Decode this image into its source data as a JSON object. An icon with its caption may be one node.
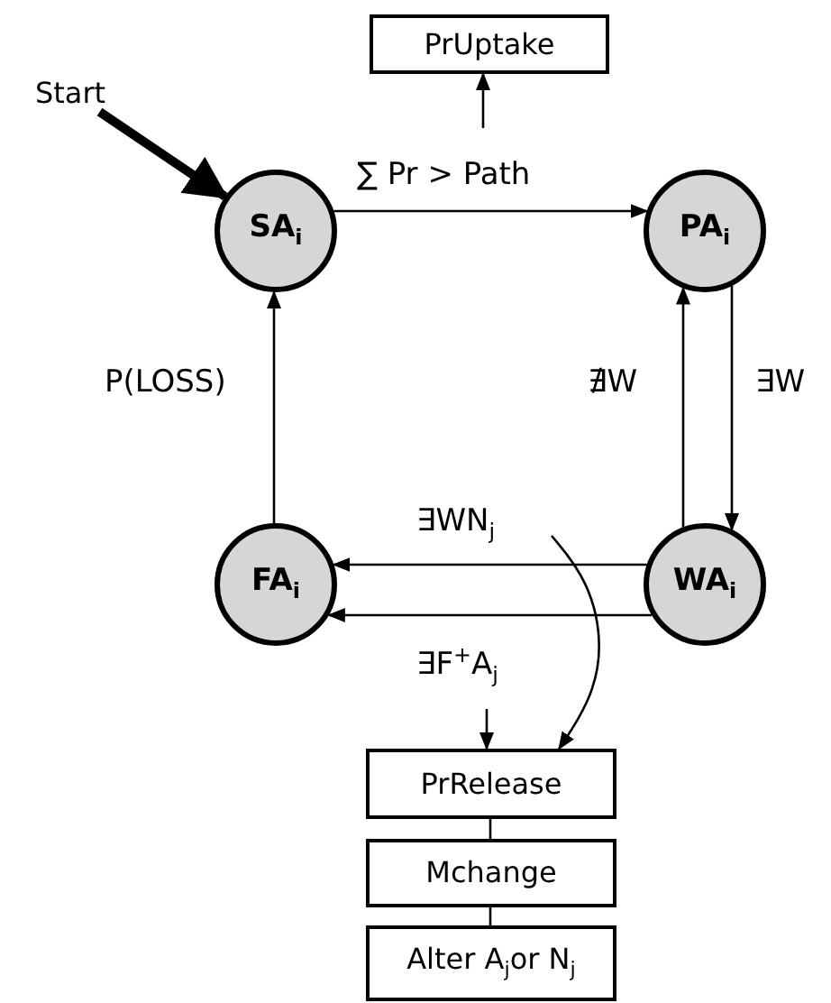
{
  "diagram": {
    "nodes": [
      {
        "text": [
          "PrUptake"
        ]
      },
      {
        "text": [
          "Start"
        ]
      },
      {
        "text": [
          "SA$_{i}$"
        ]
      },
      {
        "text": [
          "PA$_{i}$"
        ]
      },
      {
        "text": [
          "FA$_{i}$"
        ]
      },
      {
        "text": [
          "WA$_{i}$"
        ]
      },
      {
        "text": [
          "PrRelease"
        ]
      },
      {
        "text": [
          "Mchange"
        ]
      },
      {
        "text": [
          "Alter A$_{j}$or N$_{j}$"
        ]
      }
    ],
    "edges": [
      {
        "from": 1,
        "to": 2,
        "arrow": "to",
        "style": "thick"
      },
      {
        "from": 2,
        "to": 3,
        "arrow": "to",
        "label": "∑ Pr > Path"
      },
      {
        "from": null,
        "to": 0,
        "arrow": "to"
      },
      {
        "from": 4,
        "to": 2,
        "arrow": "to",
        "label": "P(LOSS)"
      },
      {
        "from": 5,
        "to": 3,
        "arrow": "to",
        "label": "∄W"
      },
      {
        "from": 3,
        "to": 5,
        "arrow": "to",
        "label": "∃W"
      },
      {
        "from": 5,
        "to": 4,
        "arrow": "to",
        "label": "∃WN$_{j}$"
      },
      {
        "from": 5,
        "to": 4,
        "arrow": "to",
        "label": "∃F$^{+}$A$_{j}$"
      },
      {
        "from": null,
        "to": 6,
        "arrow": "to"
      },
      {
        "from": null,
        "to": 6,
        "arrow": "to"
      },
      {
        "from": 6,
        "to": 7,
        "arrow": "none"
      },
      {
        "from": 7,
        "to": 8,
        "arrow": "none"
      }
    ]
  }
}
